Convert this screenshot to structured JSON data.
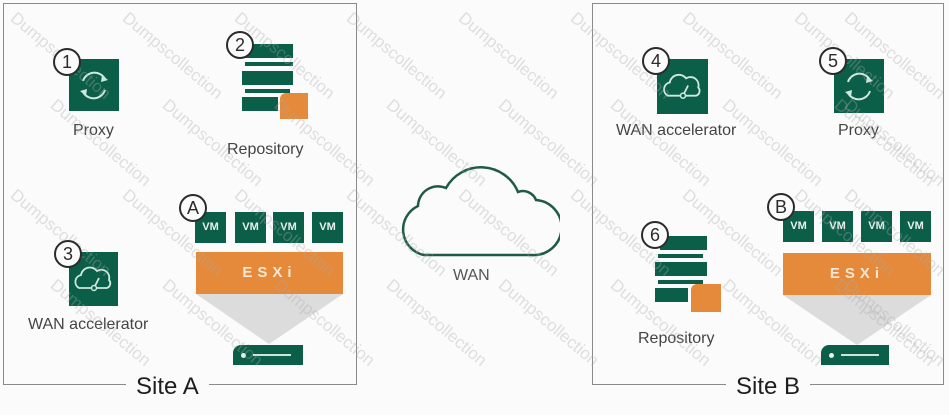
{
  "diagram": {
    "sites": [
      {
        "label": "Site A",
        "components": [
          {
            "badge": "1",
            "label": "Proxy",
            "icon": "proxy-sync-icon"
          },
          {
            "badge": "2",
            "label": "Repository",
            "icon": "repository-icon"
          },
          {
            "badge": "3",
            "label": "WAN accelerator",
            "icon": "wan-accelerator-icon"
          }
        ],
        "host": {
          "badge": "A",
          "vms": [
            "VM",
            "VM",
            "VM",
            "VM"
          ],
          "hypervisor": "ESXi"
        }
      },
      {
        "label": "Site B",
        "components": [
          {
            "badge": "4",
            "label": "WAN accelerator",
            "icon": "wan-accelerator-icon"
          },
          {
            "badge": "5",
            "label": "Proxy",
            "icon": "proxy-sync-icon"
          },
          {
            "badge": "6",
            "label": "Repository",
            "icon": "repository-icon"
          }
        ],
        "host": {
          "badge": "B",
          "vms": [
            "VM",
            "VM",
            "VM",
            "VM"
          ],
          "hypervisor": "ESXi"
        }
      }
    ],
    "wan": {
      "label": "WAN"
    },
    "watermark": "Dumpscollection"
  },
  "colors": {
    "green": "#0b5e48",
    "orange": "#e58a3a",
    "funnel": "#dcdcdc",
    "border": "#8a8a8a"
  }
}
